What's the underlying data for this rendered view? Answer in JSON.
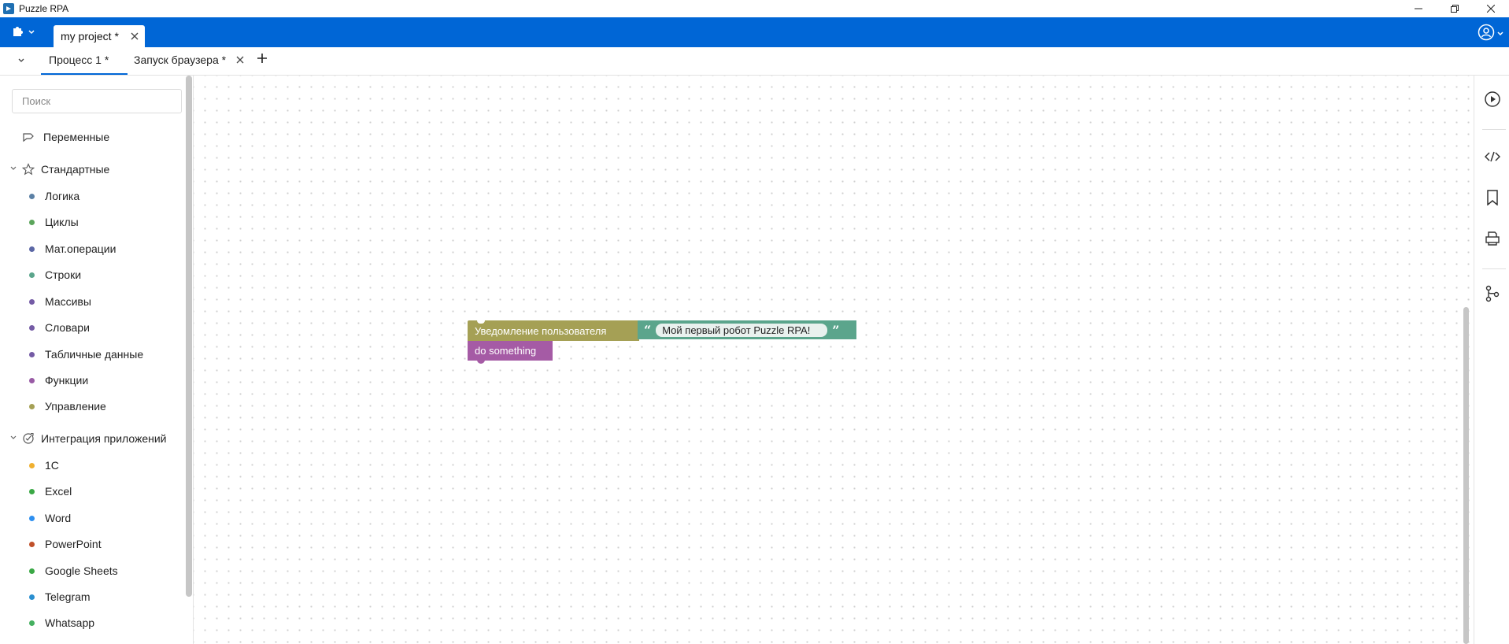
{
  "window": {
    "title": "Puzzle RPA"
  },
  "project_bar": {
    "active_project_tab": "my project *"
  },
  "process_tabs": [
    {
      "label": "Процесс 1 *",
      "active": true
    },
    {
      "label": "Запуск браузера *",
      "active": false
    }
  ],
  "sidebar": {
    "search_placeholder": "Поиск",
    "variables_label": "Переменные",
    "sections": [
      {
        "label": "Стандартные",
        "icon": "star-icon",
        "items": [
          {
            "label": "Логика",
            "color": "#5b80a5"
          },
          {
            "label": "Циклы",
            "color": "#5ba55b"
          },
          {
            "label": "Мат.операции",
            "color": "#5b67a5"
          },
          {
            "label": "Строки",
            "color": "#5ba58c"
          },
          {
            "label": "Массивы",
            "color": "#745ba5"
          },
          {
            "label": "Словари",
            "color": "#745ba5"
          },
          {
            "label": "Табличные данные",
            "color": "#745ba5"
          },
          {
            "label": "Функции",
            "color": "#995ba5"
          },
          {
            "label": "Управление",
            "color": "#a5a055"
          }
        ]
      },
      {
        "label": "Интеграция приложений",
        "icon": "integration-icon",
        "items": [
          {
            "label": "1С",
            "color": "#f0b030"
          },
          {
            "label": "Excel",
            "color": "#3aa845"
          },
          {
            "label": "Word",
            "color": "#2d8ff0"
          },
          {
            "label": "PowerPoint",
            "color": "#c0502a"
          },
          {
            "label": "Google Sheets",
            "color": "#3aa845"
          },
          {
            "label": "Telegram",
            "color": "#2a8fd0"
          },
          {
            "label": "Whatsapp",
            "color": "#45b060"
          }
        ]
      }
    ]
  },
  "canvas": {
    "blocks": {
      "notify_label": "Уведомление пользователя",
      "text_value": "Мой первый робот Puzzle RPA!",
      "quote_left": "“",
      "quote_right": "”",
      "do_label": "do something"
    }
  },
  "right_rail": [
    {
      "name": "play-icon"
    },
    {
      "name": "code-icon"
    },
    {
      "name": "bookmark-icon"
    },
    {
      "name": "print-icon"
    },
    {
      "name": "git-branch-icon"
    }
  ]
}
